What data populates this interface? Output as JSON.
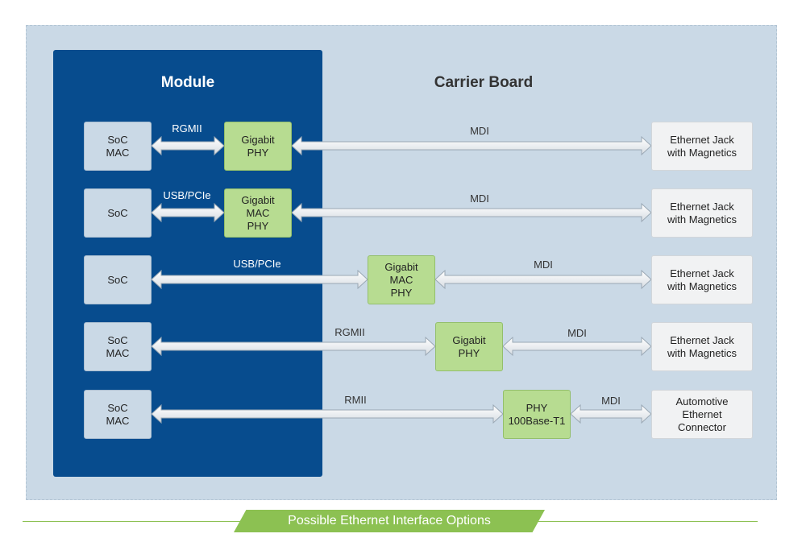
{
  "headings": {
    "module": "Module",
    "carrier": "Carrier Board"
  },
  "rows": [
    {
      "soc": "SoC\nMAC",
      "link": "RGMII",
      "phy": "Gigabit\nPHY",
      "mdi": "MDI",
      "jack": "Ethernet Jack\nwith Magnetics"
    },
    {
      "soc": "SoC",
      "link": "USB/PCIe",
      "phy": "Gigabit\nMAC\nPHY",
      "mdi": "MDI",
      "jack": "Ethernet Jack\nwith Magnetics"
    },
    {
      "soc": "SoC",
      "link": "USB/PCIe",
      "phy": "Gigabit\nMAC\nPHY",
      "mdi": "MDI",
      "jack": "Ethernet Jack\nwith Magnetics"
    },
    {
      "soc": "SoC\nMAC",
      "link": "RGMII",
      "phy": "Gigabit\nPHY",
      "mdi": "MDI",
      "jack": "Ethernet Jack\nwith Magnetics"
    },
    {
      "soc": "SoC\nMAC",
      "link": "RMII",
      "phy": "PHY\n100Base-T1",
      "mdi": "MDI",
      "jack": "Automotive\nEthernet\nConnector"
    }
  ],
  "footer": {
    "caption": "Possible Ethernet Interface Options"
  },
  "colors": {
    "module": "#074c8e",
    "carrier": "#cad9e6",
    "phy": "#b7dc91",
    "accent": "#8cc152"
  }
}
